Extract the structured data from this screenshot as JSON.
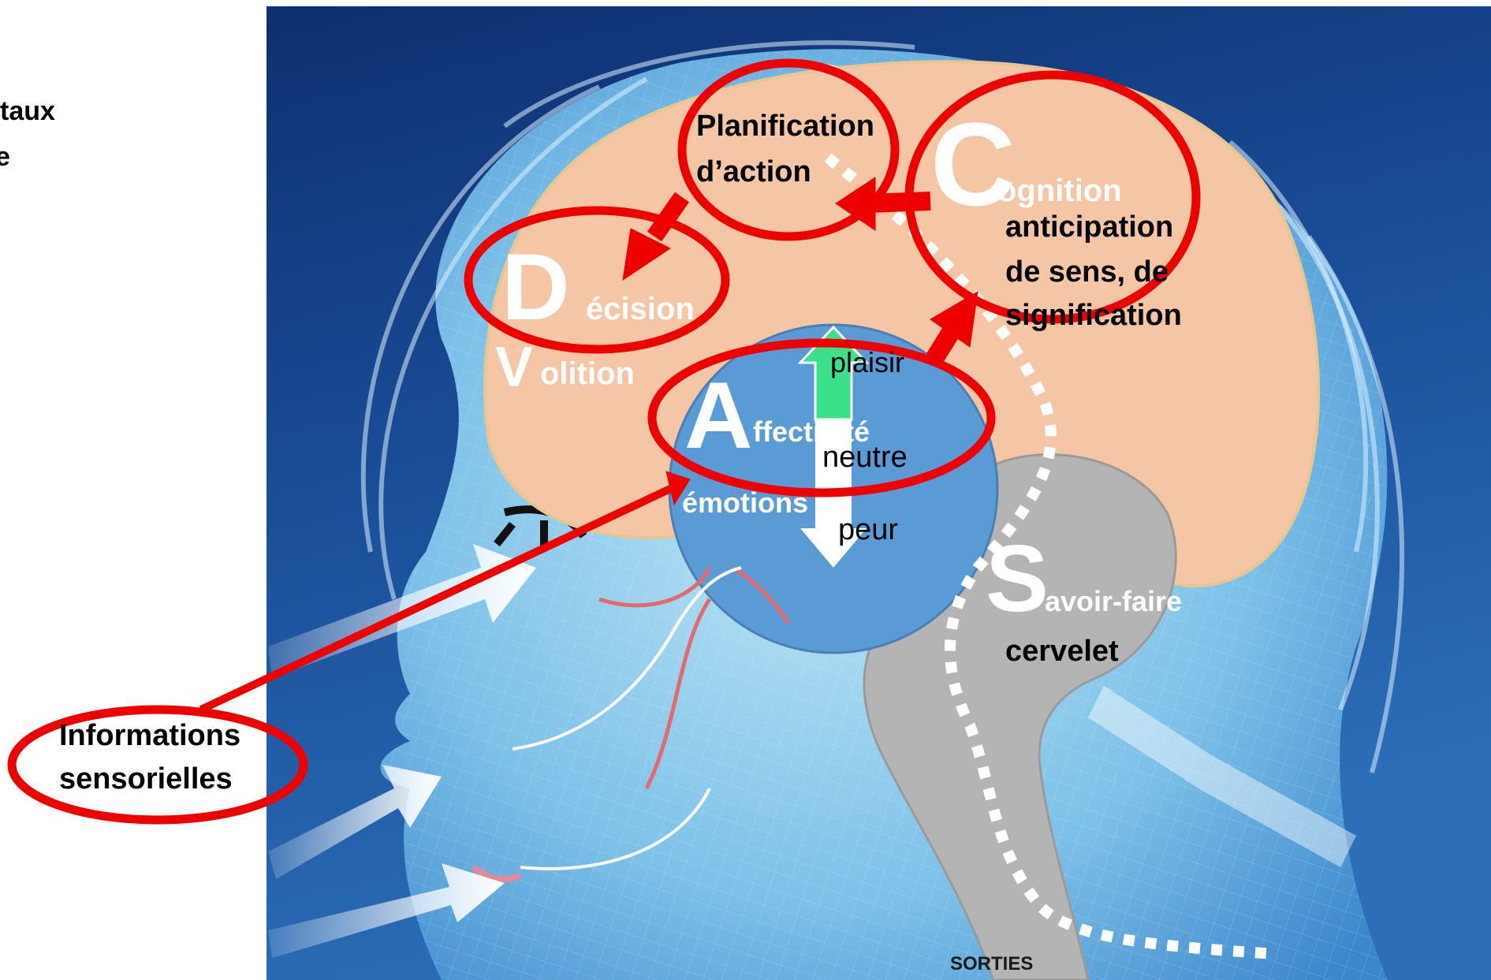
{
  "edge_text": {
    "line1": "taux",
    "line2": "e"
  },
  "labels": {
    "planification_1": "Planification",
    "planification_2": "d’action",
    "cognition_letter": "C",
    "cognition_rest": "ognition",
    "anticipation_1": "anticipation",
    "anticipation_2": "de sens, de",
    "anticipation_3": "signification",
    "decision_letter": "D",
    "decision_rest": "écision",
    "volition_letter": "V",
    "volition_rest": "olition",
    "affectivite_letter": "A",
    "affectivite_rest": "ffectivité",
    "emotions": "émotions",
    "plaisir": "plaisir",
    "neutre": "neutre",
    "peur": "peur",
    "savoir_letter": "S",
    "savoir_rest": "avoir-faire",
    "cervelet": "cervelet",
    "informations_1": "Informations",
    "informations_2": "sensorielles",
    "sorties": "SORTIES"
  },
  "colors": {
    "background_dark": "#0c2a66",
    "background_light": "#3f8fd0",
    "cortex": "#f5c6a6",
    "limbic": "#5b9bd5",
    "cerebellum": "#b4b4b4",
    "highlight_red": "#ee0000",
    "pleasure_green": "#3be08a"
  }
}
